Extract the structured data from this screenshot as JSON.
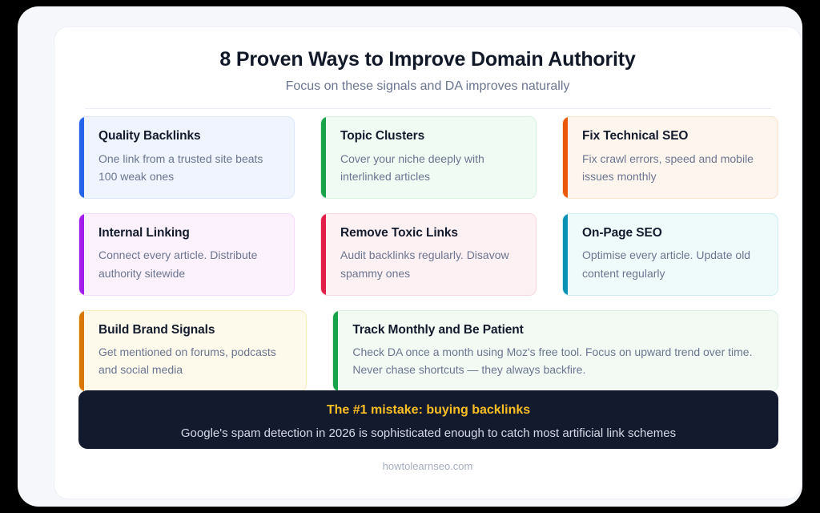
{
  "header": {
    "title": "8 Proven Ways to Improve Domain Authority",
    "subtitle": "Focus on these signals and DA improves naturally"
  },
  "cards": [
    {
      "title": "Quality Backlinks",
      "desc": "One link from a trusted site beats 100 weak ones",
      "accent": "#2563eb",
      "bg": "#eff4fe",
      "border": "#dbe6fb",
      "wide": false
    },
    {
      "title": "Topic Clusters",
      "desc": "Cover your niche deeply with interlinked articles",
      "accent": "#16a34a",
      "bg": "#f0fbf3",
      "border": "#d8f2e0",
      "wide": false
    },
    {
      "title": "Fix Technical SEO",
      "desc": "Fix crawl errors, speed and mobile issues monthly",
      "accent": "#ea580c",
      "bg": "#fef6ee",
      "border": "#fbe3cd",
      "wide": false
    },
    {
      "title": "Internal Linking",
      "desc": "Connect every article. Distribute authority sitewide",
      "accent": "#a21ceb",
      "bg": "#fcf2fe",
      "border": "#f3dcfb",
      "wide": false
    },
    {
      "title": "Remove Toxic Links",
      "desc": "Audit backlinks regularly. Disavow spammy ones",
      "accent": "#e11d48",
      "bg": "#fdf1f3",
      "border": "#f9d9de",
      "wide": false
    },
    {
      "title": "On-Page SEO",
      "desc": "Optimise every article. Update old content regularly",
      "accent": "#0891b2",
      "bg": "#effbfb",
      "border": "#cdeff2",
      "wide": false
    },
    {
      "title": "Build Brand Signals",
      "desc": "Get mentioned on forums, podcasts and social media",
      "accent": "#d97706",
      "bg": "#fdfaec",
      "border": "#f7ecbf",
      "wide": false
    },
    {
      "title": "Track Monthly and Be Patient",
      "desc": "Check DA once a month using Moz's free tool. Focus on upward trend over time. Never chase shortcuts — they always backfire.",
      "accent": "#16a34a",
      "bg": "#f3faf4",
      "border": "#dcf0e2",
      "wide": true
    }
  ],
  "banner": {
    "title": "The #1 mistake: buying backlinks",
    "text": "Google's spam detection in 2026 is sophisticated enough to catch most artificial link schemes"
  },
  "footer": {
    "source": "howtolearnseo.com"
  }
}
